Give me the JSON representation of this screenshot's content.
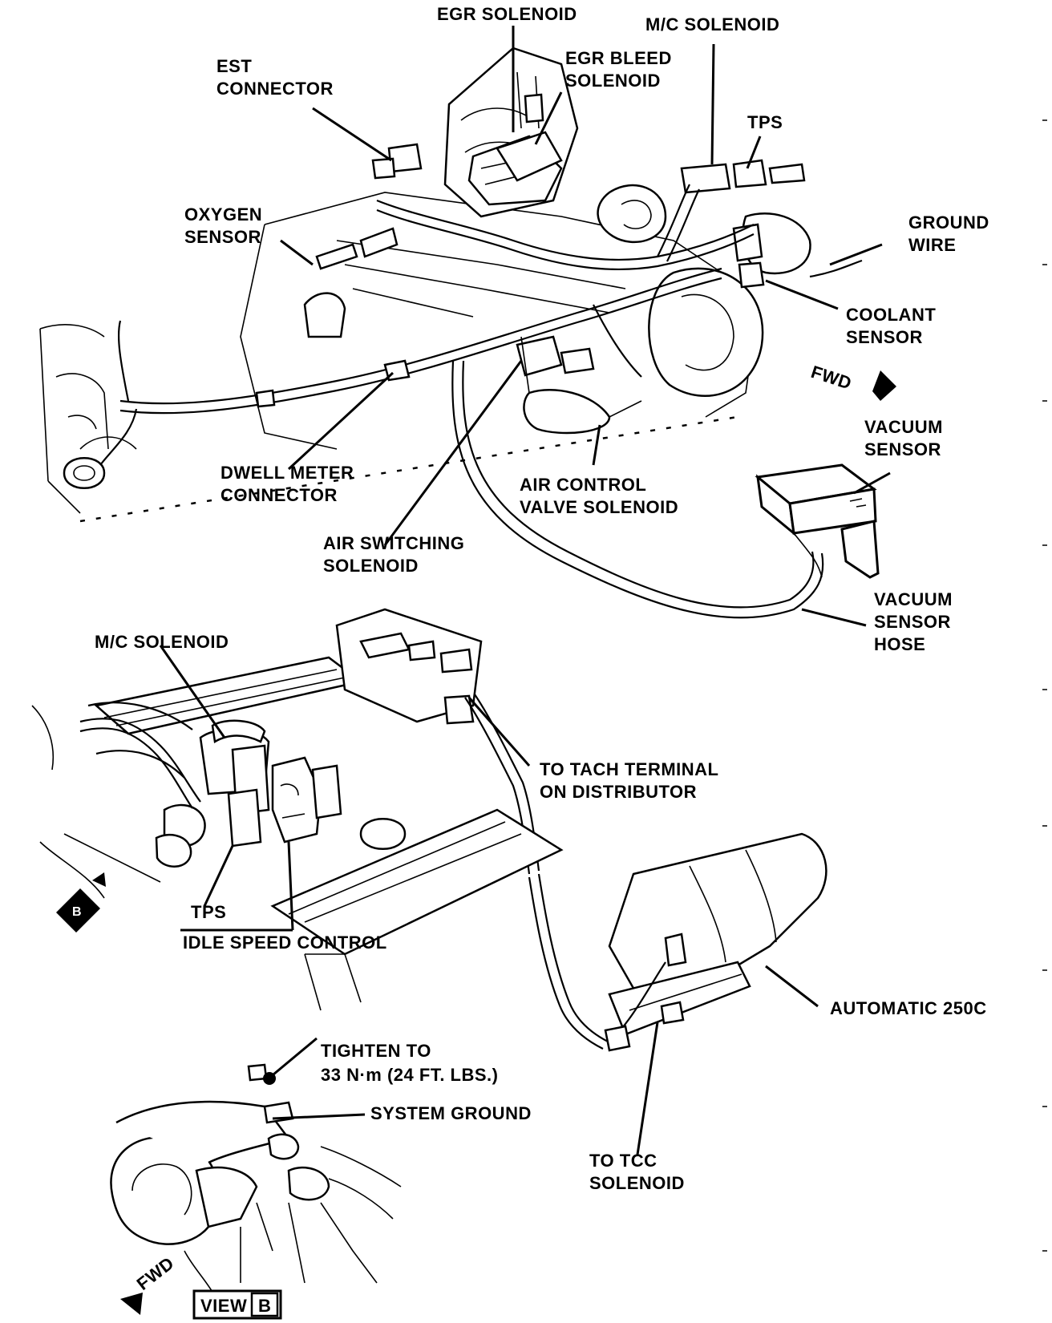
{
  "labels": {
    "egr_solenoid": "EGR SOLENOID",
    "mc_solenoid_top": "M/C SOLENOID",
    "est_connector": [
      "EST",
      "CONNECTOR"
    ],
    "egr_bleed_solenoid": [
      "EGR BLEED",
      "SOLENOID"
    ],
    "tps_top": "TPS",
    "oxygen_sensor": [
      "OXYGEN",
      "SENSOR"
    ],
    "ground_wire": [
      "GROUND",
      "WIRE"
    ],
    "coolant_sensor": [
      "COOLANT",
      "SENSOR"
    ],
    "fwd_top": "FWD",
    "vacuum_sensor": [
      "VACUUM",
      "SENSOR"
    ],
    "dwell_meter_connector": [
      "DWELL METER",
      "CONNECTOR"
    ],
    "air_control_valve_solenoid": [
      "AIR CONTROL",
      "VALVE SOLENOID"
    ],
    "air_switching_solenoid": [
      "AIR SWITCHING",
      "SOLENOID"
    ],
    "vacuum_sensor_hose": [
      "VACUUM",
      "SENSOR",
      "HOSE"
    ],
    "mc_solenoid_mid": "M/C SOLENOID",
    "to_tach_terminal": [
      "TO TACH TERMINAL",
      "ON DISTRIBUTOR"
    ],
    "tps_mid": "TPS",
    "idle_speed_control": "IDLE SPEED CONTROL",
    "automatic_250c": "AUTOMATIC 250C",
    "tighten_to": [
      "TIGHTEN TO",
      "33 N·m (24 FT. LBS.)"
    ],
    "system_ground": "SYSTEM GROUND",
    "to_tcc_solenoid": [
      "TO TCC",
      "SOLENOID"
    ],
    "fwd_bottom": "FWD",
    "view_word": "VIEW",
    "view_letter": "B",
    "marker_letter": "B"
  }
}
